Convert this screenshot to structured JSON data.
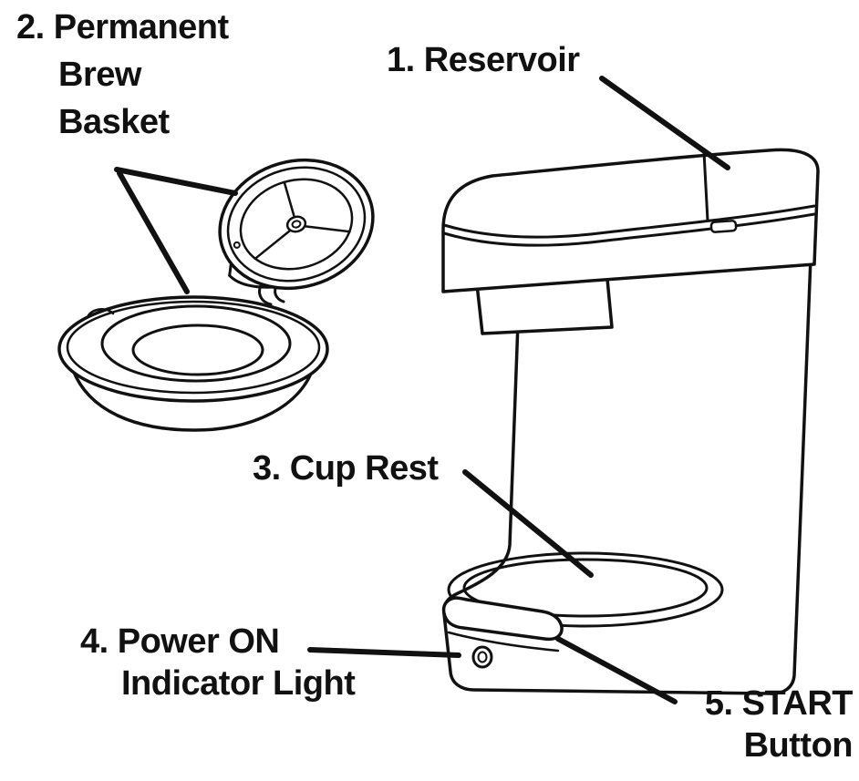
{
  "figure": {
    "subject": "Single-serve coffee maker numbered parts diagram",
    "background_color": "#ffffff",
    "line_color": "#111111"
  },
  "labels": {
    "reservoir": "1. Reservoir",
    "brew_basket_line1": "2. Permanent",
    "brew_basket_line2": "Brew",
    "brew_basket_line3": "Basket",
    "cup_rest": "3. Cup Rest",
    "power_light_line1": "4. Power ON",
    "power_light_line2": "Indicator Light",
    "start_button_line1": "5. START",
    "start_button_line2": "Button"
  },
  "parts": [
    {
      "number": "1",
      "name": "Reservoir"
    },
    {
      "number": "2",
      "name": "Permanent Brew Basket"
    },
    {
      "number": "3",
      "name": "Cup Rest"
    },
    {
      "number": "4",
      "name": "Power ON Indicator Light"
    },
    {
      "number": "5",
      "name": "START Button"
    }
  ]
}
